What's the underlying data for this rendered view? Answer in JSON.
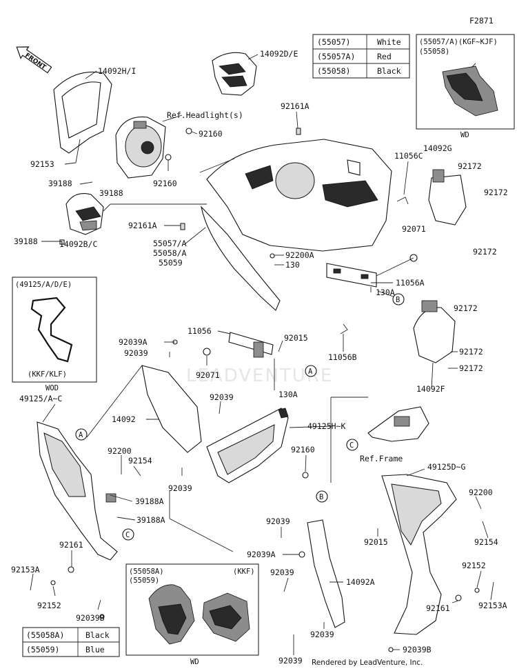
{
  "figure_id": "F2871",
  "front_label": "FRONT",
  "watermark": "LEADVENTURE",
  "footer": "Rendered by LeadVenture, Inc.",
  "color_table": {
    "rows": [
      {
        "part": "(55057)",
        "color": "White"
      },
      {
        "part": "(55057A)",
        "color": "Red"
      },
      {
        "part": "(55058)",
        "color": "Black"
      }
    ]
  },
  "inset_top_right": {
    "line1": "(55057/A)(KGF~KJF)",
    "line2": "(55058)",
    "caption": "WD"
  },
  "inset_left": {
    "line1": "(49125/A/D/E)",
    "line2": "(KKF/KLF)",
    "caption": "WOD"
  },
  "inset_bottom": {
    "line1": "(55058A)",
    "line2": "(55059)",
    "tag": "(KKF)",
    "caption": "WD"
  },
  "bottom_table": {
    "rows": [
      {
        "part": "(55058A)",
        "color": "Black"
      },
      {
        "part": "(55059)",
        "color": "Blue"
      }
    ]
  },
  "callouts": [
    "A",
    "B",
    "C"
  ],
  "labels": [
    {
      "id": "p14092HI",
      "text": "14092H/I"
    },
    {
      "id": "p14092DE",
      "text": "14092D/E"
    },
    {
      "id": "pRefHead",
      "text": "Ref.Headlight(s)"
    },
    {
      "id": "p92160a",
      "text": "92160"
    },
    {
      "id": "p92161Aa",
      "text": "92161A"
    },
    {
      "id": "p92153a",
      "text": "92153"
    },
    {
      "id": "p92160b",
      "text": "92160"
    },
    {
      "id": "p39188a",
      "text": "39188"
    },
    {
      "id": "p39188b",
      "text": "39188"
    },
    {
      "id": "p11056C",
      "text": "11056C"
    },
    {
      "id": "p14092G",
      "text": "14092G"
    },
    {
      "id": "p92172a",
      "text": "92172"
    },
    {
      "id": "p92172b",
      "text": "92172"
    },
    {
      "id": "p92161Ab",
      "text": "92161A"
    },
    {
      "id": "p39188c",
      "text": "39188"
    },
    {
      "id": "p14092BC",
      "text": "14092B/C"
    },
    {
      "id": "p55057A",
      "text": "55057/A"
    },
    {
      "id": "p55058A",
      "text": "55058/A"
    },
    {
      "id": "p55059",
      "text": "55059"
    },
    {
      "id": "p92200A",
      "text": "92200A"
    },
    {
      "id": "p130a",
      "text": "130"
    },
    {
      "id": "p92071a",
      "text": "92071"
    },
    {
      "id": "p92172c",
      "text": "92172"
    },
    {
      "id": "p11056A",
      "text": "11056A"
    },
    {
      "id": "p130A",
      "text": "130A"
    },
    {
      "id": "p92172d",
      "text": "92172"
    },
    {
      "id": "p11056",
      "text": "11056"
    },
    {
      "id": "p92039Aa",
      "text": "92039A"
    },
    {
      "id": "p92039a",
      "text": "92039"
    },
    {
      "id": "p92015a",
      "text": "92015"
    },
    {
      "id": "p11056B",
      "text": "11056B"
    },
    {
      "id": "p92172e",
      "text": "92172"
    },
    {
      "id": "p92172f",
      "text": "92172"
    },
    {
      "id": "p92071b",
      "text": "92071"
    },
    {
      "id": "p130Ab",
      "text": "130A"
    },
    {
      "id": "p14092F",
      "text": "14092F"
    },
    {
      "id": "p49125AC",
      "text": "49125/A~C"
    },
    {
      "id": "p92039b",
      "text": "92039"
    },
    {
      "id": "p14092",
      "text": "14092"
    },
    {
      "id": "p49125HK",
      "text": "49125H~K"
    },
    {
      "id": "p92200a",
      "text": "92200"
    },
    {
      "id": "p92154a",
      "text": "92154"
    },
    {
      "id": "p92160c",
      "text": "92160"
    },
    {
      "id": "pRefFrame",
      "text": "Ref.Frame"
    },
    {
      "id": "p92039c",
      "text": "92039"
    },
    {
      "id": "p49125DG",
      "text": "49125D~G"
    },
    {
      "id": "p39188Aa",
      "text": "39188A"
    },
    {
      "id": "p39188Ab",
      "text": "39188A"
    },
    {
      "id": "p92200b",
      "text": "92200"
    },
    {
      "id": "p92039d",
      "text": "92039"
    },
    {
      "id": "p92015b",
      "text": "92015"
    },
    {
      "id": "p92154b",
      "text": "92154"
    },
    {
      "id": "p92161a",
      "text": "92161"
    },
    {
      "id": "p92039Ab",
      "text": "92039A"
    },
    {
      "id": "p92039e",
      "text": "92039"
    },
    {
      "id": "p92153Aa",
      "text": "92153A"
    },
    {
      "id": "p14092A",
      "text": "14092A"
    },
    {
      "id": "p92152a",
      "text": "92152"
    },
    {
      "id": "p92153Ab",
      "text": "92153A"
    },
    {
      "id": "p92152b",
      "text": "92152"
    },
    {
      "id": "p92161b",
      "text": "92161"
    },
    {
      "id": "p92039Ba",
      "text": "92039B"
    },
    {
      "id": "p92039f",
      "text": "92039"
    },
    {
      "id": "p92039Bb",
      "text": "92039B"
    },
    {
      "id": "p92039g",
      "text": "92039"
    }
  ]
}
